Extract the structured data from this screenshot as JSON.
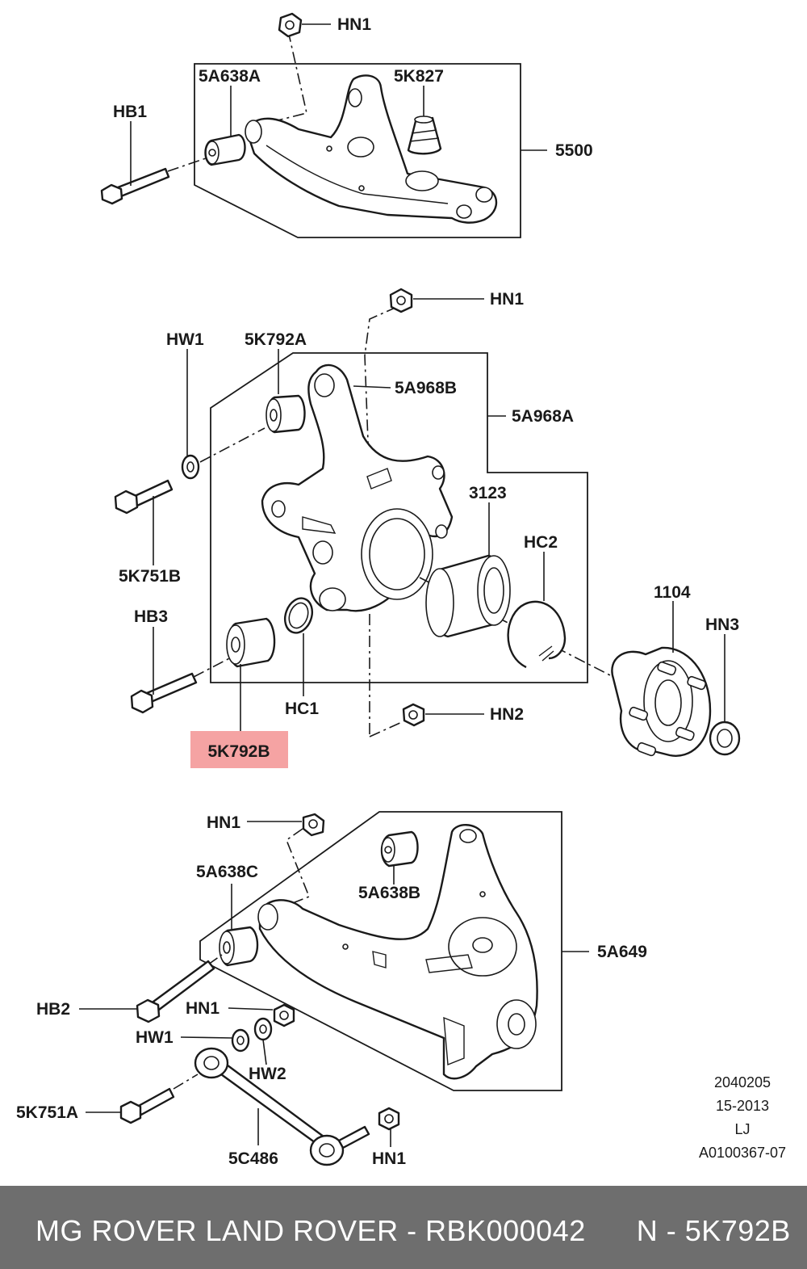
{
  "labels": {
    "top": {
      "hn1": "HN1",
      "p5a638a": "5A638A",
      "p5k827": "5K827",
      "hb1": "HB1",
      "p5500": "5500"
    },
    "middle": {
      "hn1": "HN1",
      "hw1": "HW1",
      "p5k792a": "5K792A",
      "p5a968b": "5A968B",
      "p5a968a": "5A968A",
      "p3123": "3123",
      "hc2": "HC2",
      "p5k751b": "5K751B",
      "hb3": "HB3",
      "p1104": "1104",
      "hn3": "HN3",
      "hc1": "HC1",
      "hn2": "HN2",
      "p5k792b": "5K792B"
    },
    "bottom": {
      "hn1_top": "HN1",
      "p5a638c": "5A638C",
      "p5a638b": "5A638B",
      "p5a649": "5A649",
      "hb2": "HB2",
      "hn1_mid": "HN1",
      "hw1": "HW1",
      "hw2": "HW2",
      "p5k751a": "5K751A",
      "p5c486": "5C486",
      "hn1_bottom": "HN1"
    }
  },
  "meta": {
    "line1": "2040205",
    "line2": "15-2013",
    "line3": "LJ",
    "line4": "A0100367-07"
  },
  "highlight": {
    "part": "5K792B",
    "color": "#f5a3a3"
  },
  "footer": {
    "text": "MG ROVER LAND ROVER - RBK000042      N - 5K792B",
    "background": "#6e6e6e",
    "color": "#ffffff"
  }
}
